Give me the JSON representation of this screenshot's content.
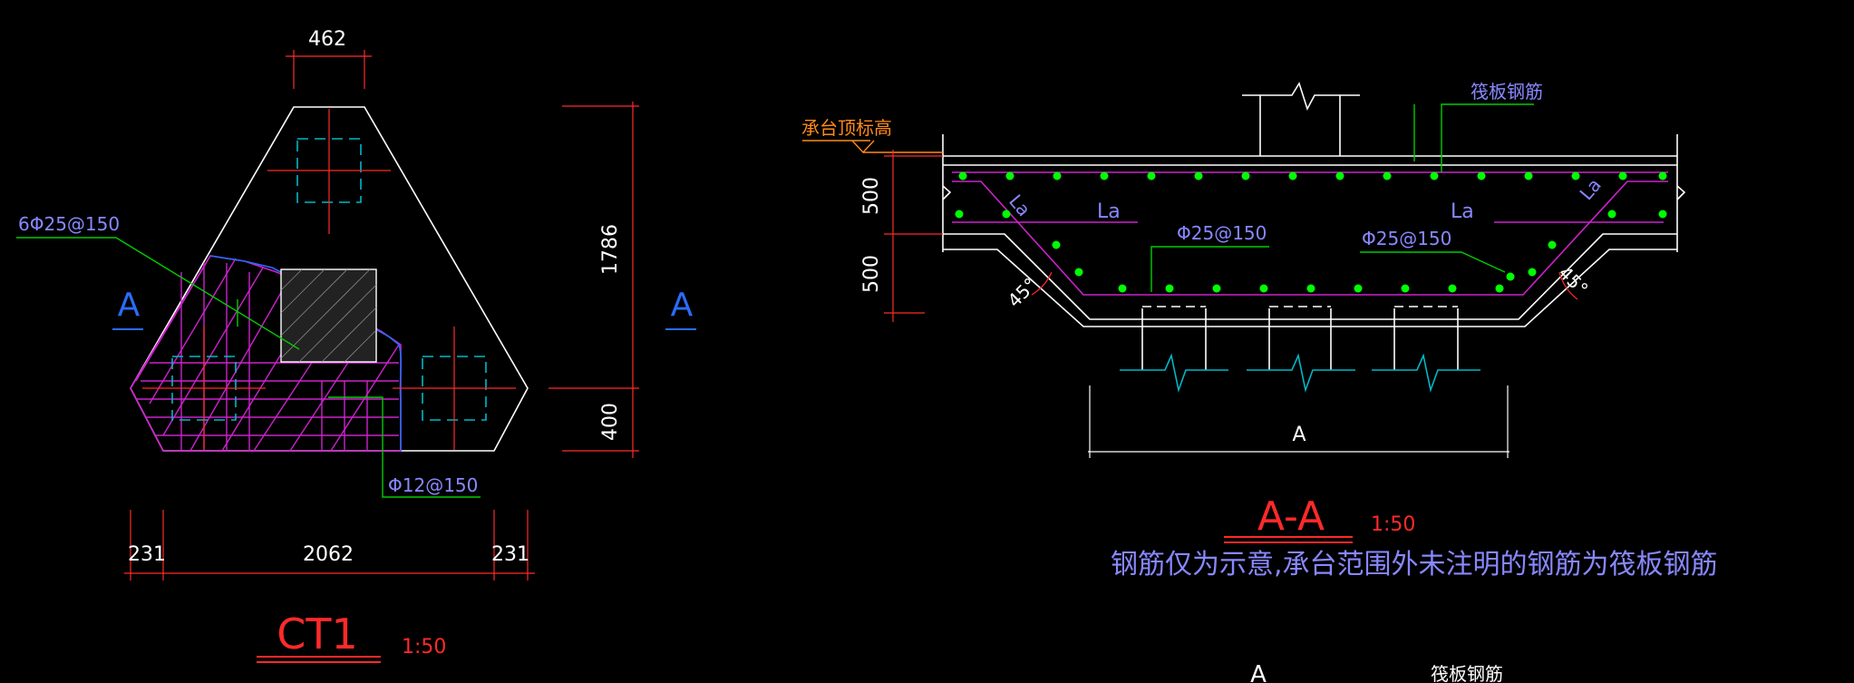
{
  "colors": {
    "background": "#000000",
    "outline": "#ffffff",
    "dimension": "#ff2a2a",
    "rebar": "#cc22cc",
    "leader": "#00cc00",
    "pile": "#00b8c8",
    "label_blue": "#8888ff",
    "title_red": "#ff2a2a",
    "elev_orange": "#ff8a1a",
    "dot_green": "#00ff00"
  },
  "plan": {
    "dim_top": "462",
    "dim_height": "1786",
    "dim_base": "400",
    "dim_bottom_left": "231",
    "dim_bottom_mid": "2062",
    "dim_bottom_right": "231",
    "section_mark_left": "A",
    "section_mark_right": "A",
    "rebar_label_1": "6Φ25@150",
    "rebar_label_2": "Φ12@150",
    "title": "CT1",
    "scale": "1:50"
  },
  "section": {
    "elevation_label": "承台顶标高",
    "raft_rebar_label": "筏板钢筋",
    "dim_upper": "500",
    "dim_lower": "500",
    "la_left": "La",
    "la_right": "La",
    "la_slope_left": "La",
    "la_slope_right": "La",
    "rebar_label_left": "Φ25@150",
    "rebar_label_right": "Φ25@150",
    "angle_left": "45°",
    "angle_right": "45°",
    "dim_width": "A",
    "title": "A-A",
    "scale": "1:50",
    "note": "钢筋仅为示意,承台范围外未注明的钢筋为筏板钢筋"
  },
  "partial": {
    "mark": "A",
    "raft_rebar_label": "筏板钢筋"
  }
}
